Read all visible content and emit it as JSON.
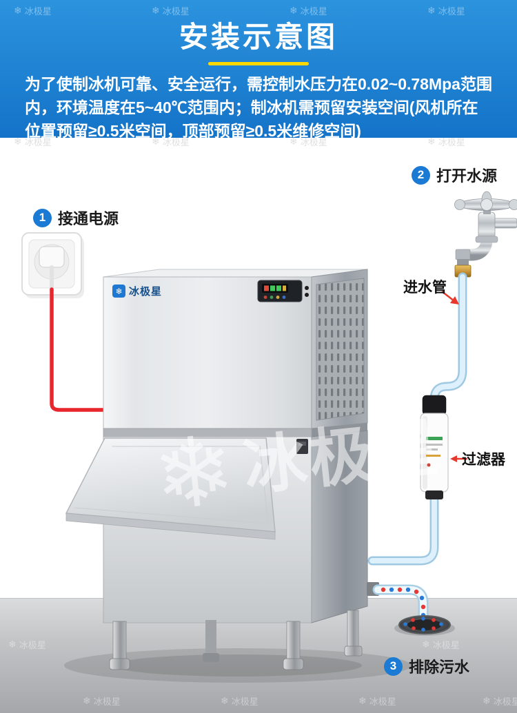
{
  "header": {
    "title": "安装示意图",
    "description": "为了使制冰机可靠、安全运行，需控制水压力在0.02~0.78Mpa范围内，环境温度在5~40℃范围内；制冰机需预留安装空间(风机所在位置预留≥0.5米空间，顶部预留≥0.5米维修空间)"
  },
  "steps": [
    {
      "number": "1",
      "label": "接通电源"
    },
    {
      "number": "2",
      "label": "打开水源"
    },
    {
      "number": "3",
      "label": "排除污水"
    }
  ],
  "annotations": {
    "inlet_pipe": "进水管",
    "filter": "过滤器"
  },
  "brand": {
    "name": "冰极星",
    "watermark": "冰极星"
  },
  "icons": {
    "snowflake": "❄"
  },
  "colors": {
    "header_blue": "#1b82d4",
    "accent_yellow": "#ffd800",
    "step_badge_blue": "#1a7ad4",
    "wire_red": "#e8262d",
    "pipe_blue": "#d6edfa",
    "dot_red": "#e53935",
    "dot_blue": "#2979d9"
  }
}
